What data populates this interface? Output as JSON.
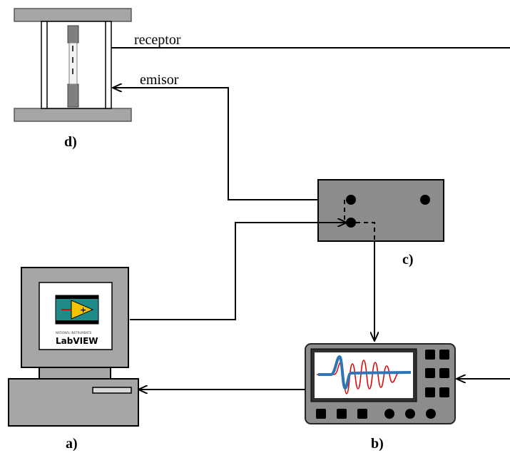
{
  "labels": {
    "receptor": "receptor",
    "emisor": "emisor",
    "a": "a)",
    "b": "b)",
    "c": "c)",
    "d": "d)",
    "logo": "LabVIEW"
  },
  "colors": {
    "device_gray": "#8c8c8c",
    "plate_gray": "#a6a6a6",
    "computer_gray": "#a6a6a6",
    "screen_dark": "#2f2f2f",
    "waveform_blue": "#2e75b6",
    "waveform_red": "#e00000",
    "logo_yellow": "#f5c400",
    "logo_teal": "#1f8a8a"
  },
  "icons": [
    "load-frame-icon",
    "signal-box-icon",
    "oscilloscope-icon",
    "computer-icon",
    "labview-logo-icon"
  ]
}
